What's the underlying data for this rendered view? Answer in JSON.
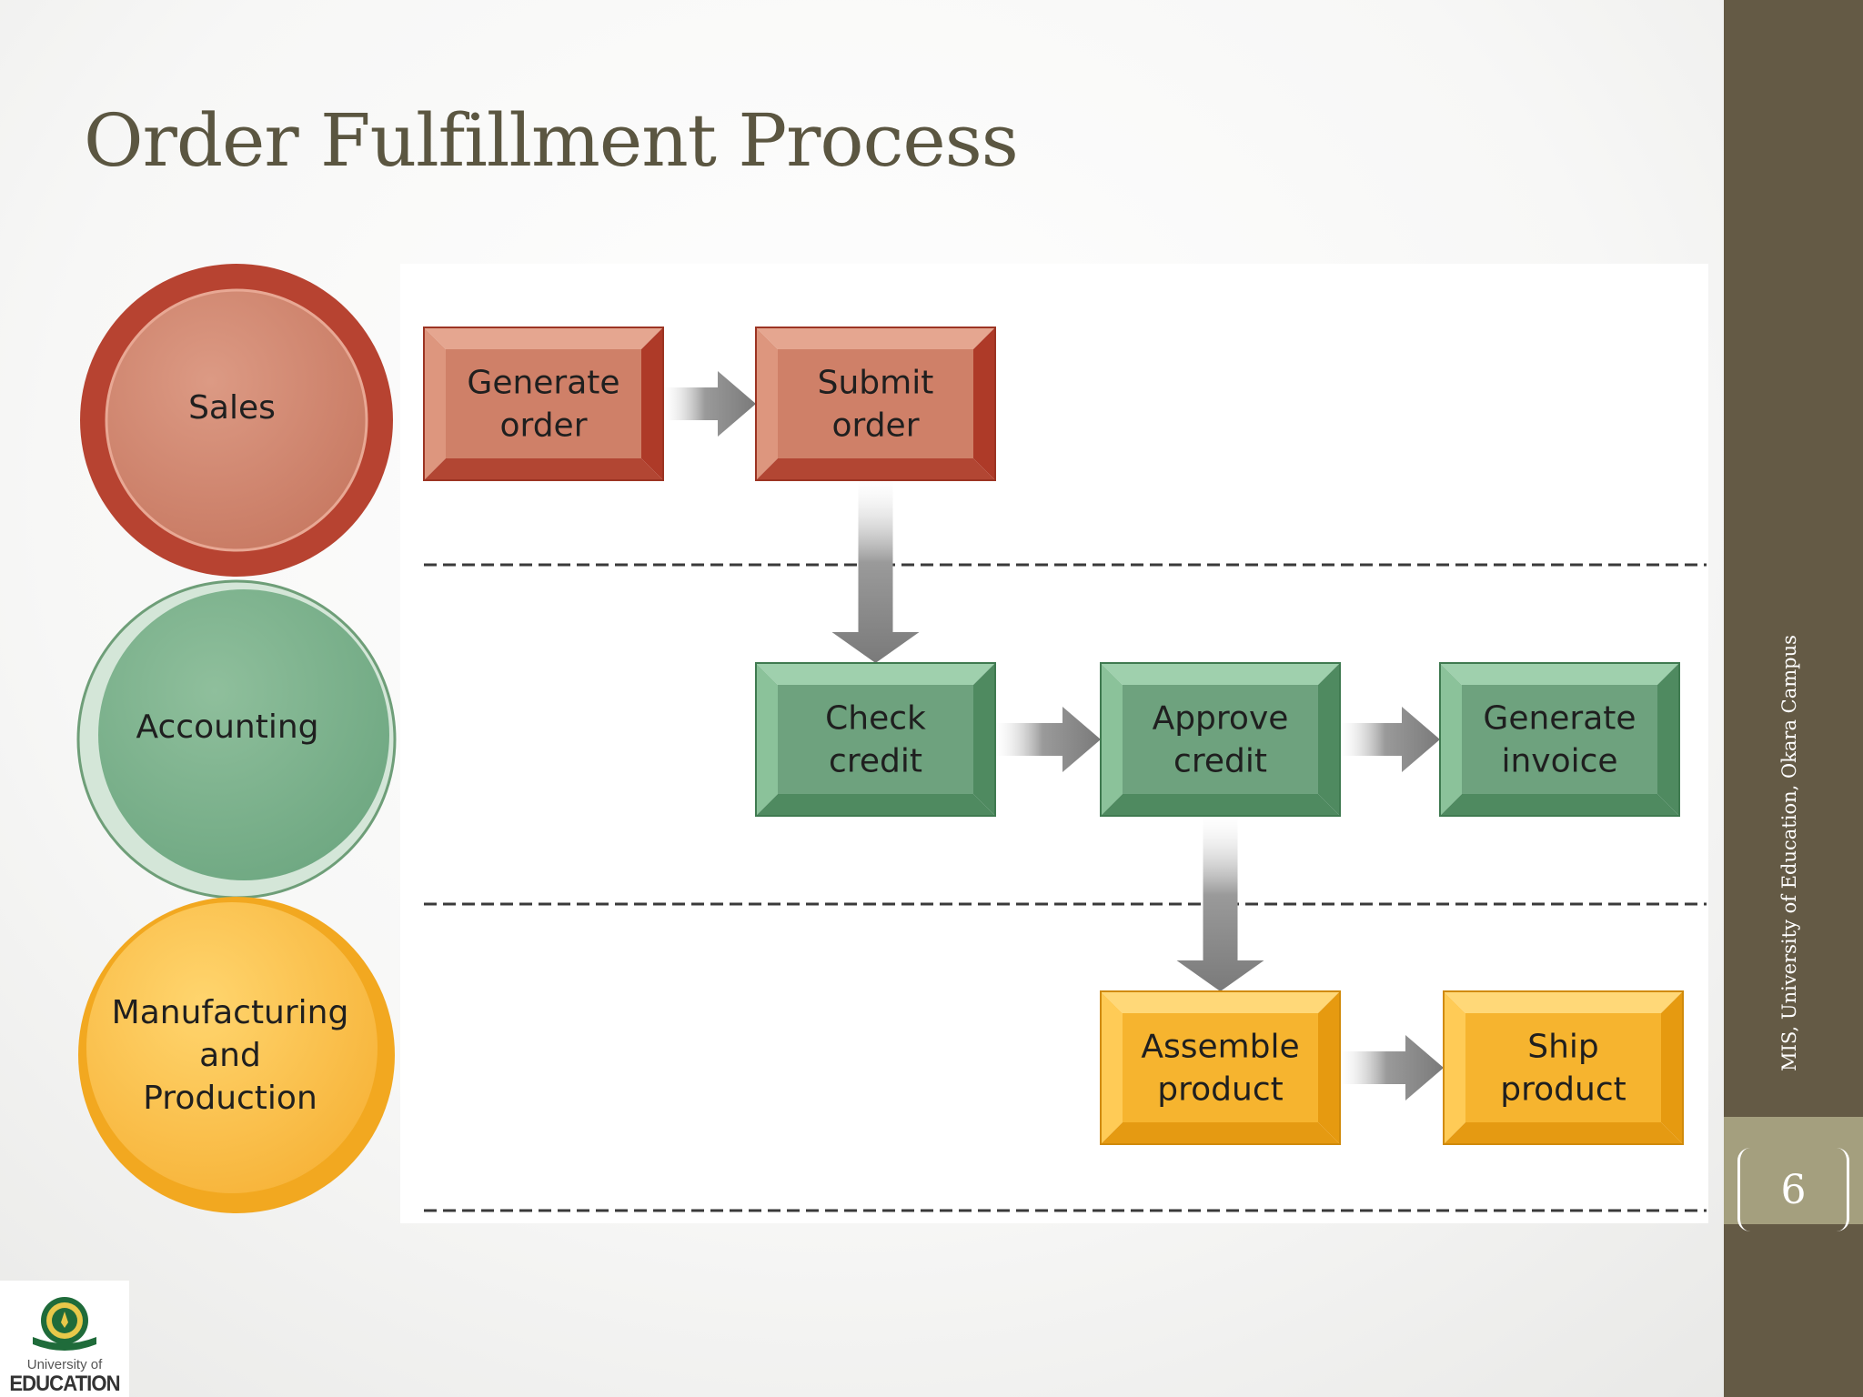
{
  "slide": {
    "title": "Order Fulfillment Process",
    "footer_text": "MIS, University of Education, Okara Campus",
    "page_number": "6"
  },
  "colors": {
    "sidebar": "#645a45",
    "page_number_panel": "#a49f7e",
    "title": "#5b5641",
    "sales": "#c85a45",
    "accounting": "#6fa882",
    "manufacturing": "#f5b32c",
    "arrow": "#888888"
  },
  "lanes": [
    {
      "id": "sales",
      "label": "Sales"
    },
    {
      "id": "accounting",
      "label": "Accounting"
    },
    {
      "id": "manufacturing",
      "label": "Manufacturing\nand\nProduction"
    }
  ],
  "steps": [
    {
      "id": "generate-order",
      "lane": "sales",
      "label": "Generate\norder"
    },
    {
      "id": "submit-order",
      "lane": "sales",
      "label": "Submit\norder"
    },
    {
      "id": "check-credit",
      "lane": "accounting",
      "label": "Check\ncredit"
    },
    {
      "id": "approve-credit",
      "lane": "accounting",
      "label": "Approve\ncredit"
    },
    {
      "id": "generate-invoice",
      "lane": "accounting",
      "label": "Generate\ninvoice"
    },
    {
      "id": "assemble-product",
      "lane": "manufacturing",
      "label": "Assemble\nproduct"
    },
    {
      "id": "ship-product",
      "lane": "manufacturing",
      "label": "Ship\nproduct"
    }
  ],
  "flows": [
    {
      "from": "generate-order",
      "to": "submit-order"
    },
    {
      "from": "submit-order",
      "to": "check-credit"
    },
    {
      "from": "check-credit",
      "to": "approve-credit"
    },
    {
      "from": "approve-credit",
      "to": "generate-invoice"
    },
    {
      "from": "approve-credit",
      "to": "assemble-product"
    },
    {
      "from": "assemble-product",
      "to": "ship-product"
    }
  ],
  "logo": {
    "line1": "University of",
    "line2": "EDUCATION"
  }
}
